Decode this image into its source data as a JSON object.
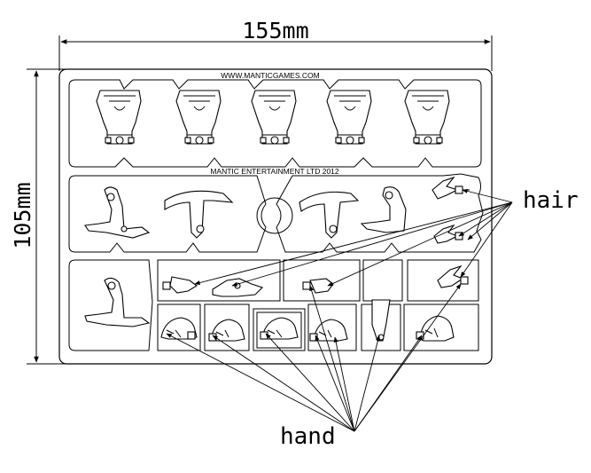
{
  "dimensions": {
    "width_label": "155mm",
    "height_label": "105mm"
  },
  "sprue_text": {
    "website": "WWW.MANTICGAMES.COM",
    "copyright": "MANTIC ENTERTAINMENT LTD 2012"
  },
  "callouts": {
    "hair": "hair",
    "hand": "hand"
  }
}
